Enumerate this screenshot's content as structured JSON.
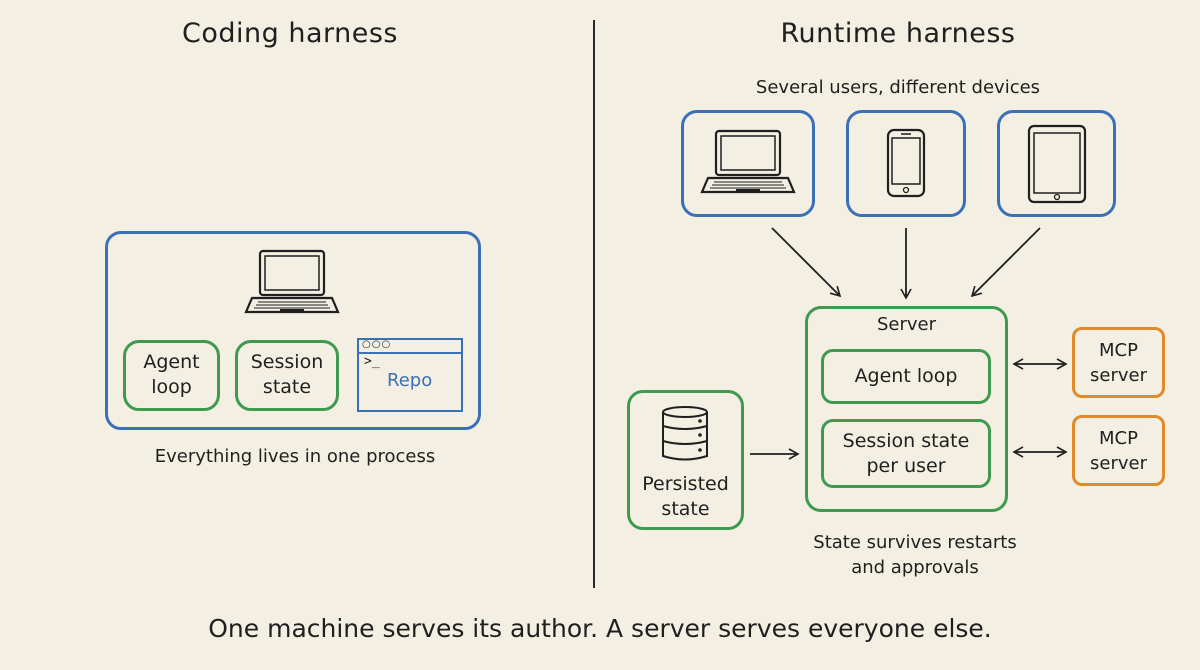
{
  "left": {
    "title": "Coding harness",
    "agent_loop": "Agent\nloop",
    "session_state": "Session\nstate",
    "repo_prompt": ">_",
    "repo_label": "Repo",
    "caption": "Everything lives in one process"
  },
  "right": {
    "title": "Runtime harness",
    "devices_caption": "Several users, different devices",
    "devices": [
      "laptop-icon",
      "phone-icon",
      "tablet-icon"
    ],
    "server_title": "Server",
    "agent_loop": "Agent loop",
    "session_state": "Session state\nper user",
    "persisted_state": "Persisted\nstate",
    "mcp_1": "MCP\nserver",
    "mcp_2": "MCP\nserver",
    "caption": "State survives restarts\nand approvals"
  },
  "footer": "One machine serves its author. A server serves everyone else.",
  "colors": {
    "background": "#f3efe3",
    "blue": "#3b6fb6",
    "green": "#3f9a4f",
    "orange": "#e08a2a",
    "ink": "#1f1f1f"
  }
}
